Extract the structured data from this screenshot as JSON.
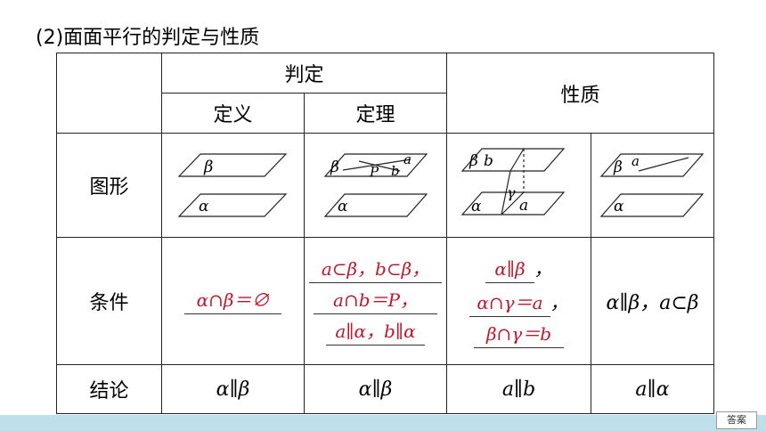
{
  "title": "(2)面面平行的判定与性质",
  "table": {
    "header_judge": "判定",
    "header_property": "性质",
    "header_definition": "定义",
    "header_theorem": "定理",
    "row_figure": "图形",
    "row_condition": "条件",
    "row_conclusion": "结论",
    "figures": {
      "def_top": "β",
      "def_bottom": "α",
      "thm_top_beta": "β",
      "thm_top_P": "P",
      "thm_top_b": "b",
      "thm_top_a": "a",
      "thm_bottom": "α",
      "prop1_top_beta": "β",
      "prop1_top_b": "b",
      "prop1_gamma": "γ",
      "prop1_bottom_alpha": "α",
      "prop1_bottom_a": "a",
      "prop2_top_beta": "β",
      "prop2_top_a": "a",
      "prop2_bottom": "α"
    },
    "conditions": {
      "definition": "α∩β＝∅",
      "theorem_line1": "a⊂β，b⊂β，",
      "theorem_line2": "a∩b＝P，",
      "theorem_line3": "a∥α，b∥α",
      "prop1_line1": "α∥β",
      "prop1_sep1": "，",
      "prop1_line2": "α∩γ＝a",
      "prop1_sep2": "，",
      "prop1_line3": "β∩γ＝b",
      "prop2": "α∥β，a⊂β"
    },
    "conclusions": {
      "definition": "α∥β",
      "theorem": "α∥β",
      "prop1": "a∥b",
      "prop2": "a∥α"
    }
  },
  "answer_button": "答案",
  "colors": {
    "answer_red": "#c0162c",
    "footer_bar": "#bfe0ea"
  }
}
